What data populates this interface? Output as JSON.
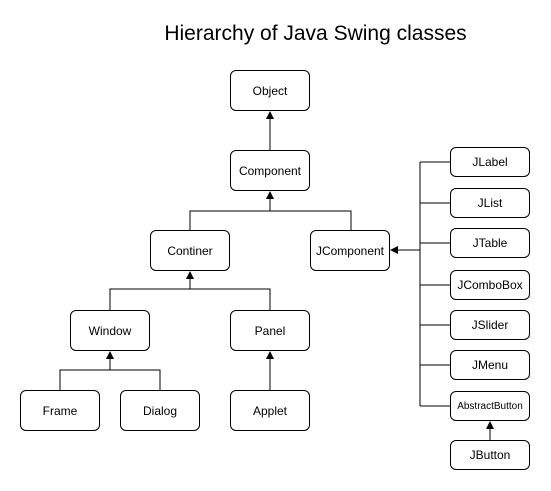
{
  "title": "Hierarchy of Java Swing classes",
  "nodes": {
    "object": "Object",
    "component": "Component",
    "continer": "Continer",
    "jcomponent": "JComponent",
    "window": "Window",
    "panel": "Panel",
    "frame": "Frame",
    "dialog": "Dialog",
    "applet": "Applet",
    "jlabel": "JLabel",
    "jlist": "JList",
    "jtable": "JTable",
    "jcombobox": "JComboBox",
    "jslider": "JSlider",
    "jmenu": "JMenu",
    "abstractbutton": "AbstractButton",
    "jbutton": "JButton"
  },
  "edges": [
    {
      "from": "component",
      "to": "object"
    },
    {
      "from": "continer",
      "to": "component"
    },
    {
      "from": "jcomponent",
      "to": "component"
    },
    {
      "from": "window",
      "to": "continer"
    },
    {
      "from": "panel",
      "to": "continer"
    },
    {
      "from": "frame",
      "to": "window"
    },
    {
      "from": "dialog",
      "to": "window"
    },
    {
      "from": "applet",
      "to": "panel"
    },
    {
      "from": "jlabel",
      "to": "jcomponent"
    },
    {
      "from": "jlist",
      "to": "jcomponent"
    },
    {
      "from": "jtable",
      "to": "jcomponent"
    },
    {
      "from": "jcombobox",
      "to": "jcomponent"
    },
    {
      "from": "jslider",
      "to": "jcomponent"
    },
    {
      "from": "jmenu",
      "to": "jcomponent"
    },
    {
      "from": "abstractbutton",
      "to": "jcomponent"
    },
    {
      "from": "jbutton",
      "to": "abstractbutton"
    }
  ]
}
